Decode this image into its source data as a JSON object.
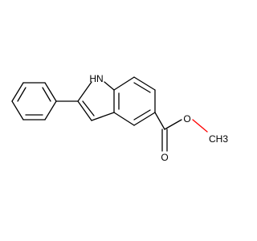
{
  "molecule": {
    "atom_labels": {
      "nh": "HN",
      "ester_o": "O",
      "carbonyl_o": "O",
      "methyl": "CH3"
    },
    "colors": {
      "bond": "#000000",
      "nitrogen": "#0000ff",
      "oxygen": "#ff0000",
      "carbon": "#000000"
    }
  }
}
